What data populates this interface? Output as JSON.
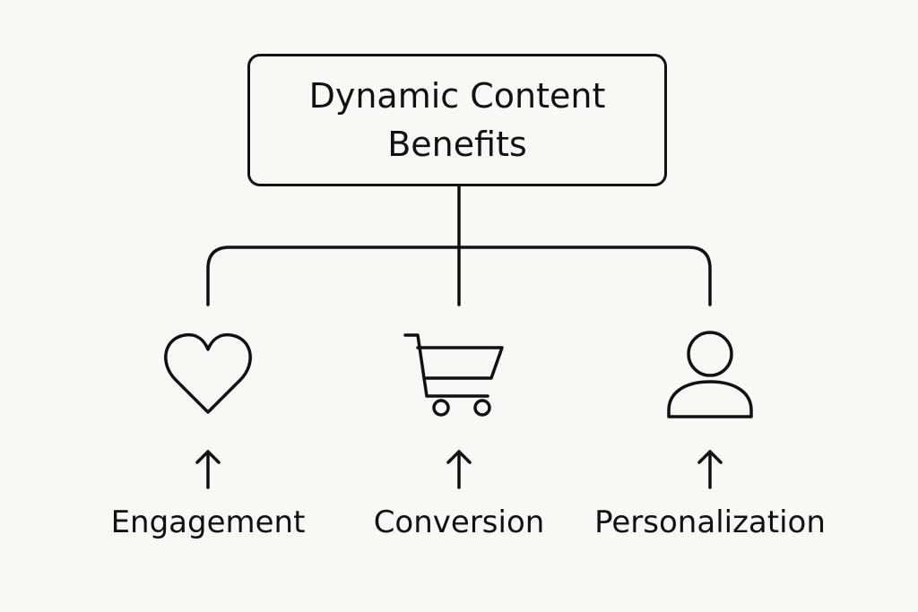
{
  "diagram": {
    "title": "Dynamic Content Benefits",
    "benefits": [
      {
        "label": "Engagement",
        "icon": "heart-icon"
      },
      {
        "label": "Conversion",
        "icon": "shopping-cart-icon"
      },
      {
        "label": "Personalization",
        "icon": "user-icon"
      }
    ],
    "colors": {
      "background": "#f9f8f4",
      "stroke": "#111111"
    }
  }
}
